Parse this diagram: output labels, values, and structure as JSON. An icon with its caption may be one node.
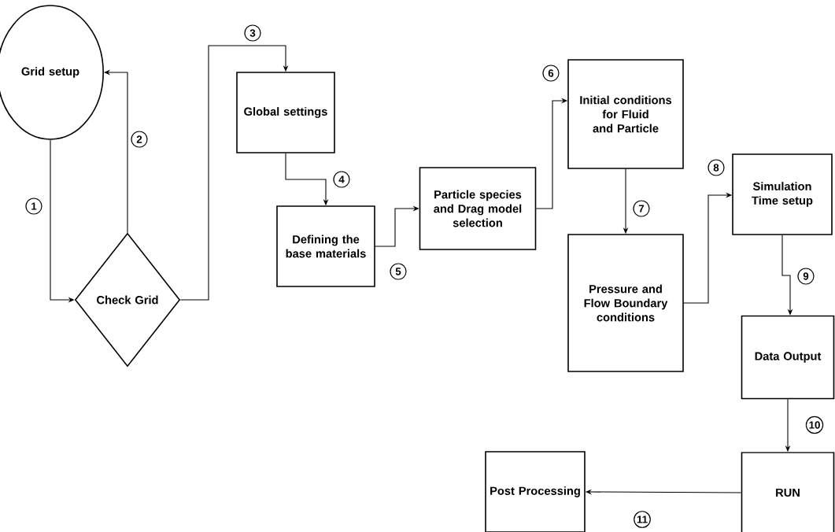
{
  "diagram": {
    "nodes": [
      {
        "text": [
          "Grid setup"
        ]
      },
      {
        "text": [
          "Check Grid"
        ]
      },
      {
        "text": [
          "Global settings"
        ]
      },
      {
        "text": [
          "Defining the base materials"
        ]
      },
      {
        "text": [
          "Particle species and Drag model selection"
        ]
      },
      {
        "text": [
          "Initial conditions for Fluid and Particle"
        ]
      },
      {
        "text": [
          "Pressure and Flow Boundary conditions"
        ]
      },
      {
        "text": [
          "Simulation Time setup"
        ]
      },
      {
        "text": [
          "Data Output"
        ]
      },
      {
        "text": [
          "RUN"
        ]
      },
      {
        "text": [
          "Post Processing"
        ]
      }
    ],
    "edges": [
      {
        "from": 0,
        "to": 1,
        "arrow": "to",
        "label": "1"
      },
      {
        "from": 1,
        "to": 0,
        "arrow": "to",
        "label": "2"
      },
      {
        "from": 1,
        "to": 2,
        "arrow": "to",
        "label": "3"
      },
      {
        "from": 2,
        "to": 3,
        "arrow": "to",
        "label": "4"
      },
      {
        "from": 3,
        "to": 4,
        "arrow": "to",
        "label": "5"
      },
      {
        "from": 4,
        "to": 5,
        "arrow": "to",
        "label": "6"
      },
      {
        "from": 5,
        "to": 6,
        "arrow": "to",
        "label": "7"
      },
      {
        "from": 6,
        "to": 7,
        "arrow": "to",
        "label": "8"
      },
      {
        "from": 7,
        "to": 8,
        "arrow": "to",
        "label": "9"
      },
      {
        "from": 8,
        "to": 9,
        "arrow": "to",
        "label": "10"
      },
      {
        "from": 9,
        "to": 10,
        "arrow": "to",
        "label": "11"
      }
    ]
  }
}
